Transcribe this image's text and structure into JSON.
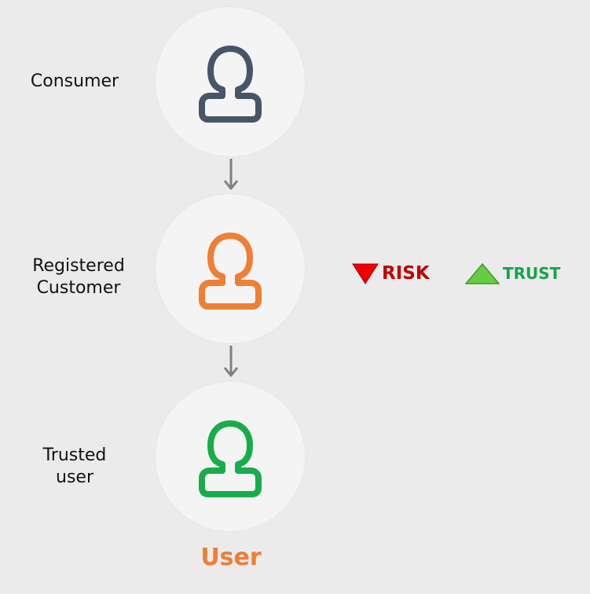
{
  "stages": [
    {
      "label": "Consumer",
      "color": "#475569",
      "icon": "user-icon"
    },
    {
      "label": "Registered\nCustomer",
      "color": "#ee7f35",
      "icon": "user-icon"
    },
    {
      "label": "Trusted\nuser",
      "color": "#17ad4b",
      "icon": "user-icon"
    }
  ],
  "legend": {
    "risk": {
      "label": "RISK",
      "color": "#c00000",
      "icon": "down-triangle-icon",
      "icon_color": "#ee0000"
    },
    "trust": {
      "label": "TRUST",
      "color": "#16a34a",
      "icon": "up-triangle-icon",
      "icon_color": "#66cc44"
    }
  },
  "footer": {
    "title": "User",
    "color": "#ee7f35"
  },
  "arrow_color": "#808080"
}
